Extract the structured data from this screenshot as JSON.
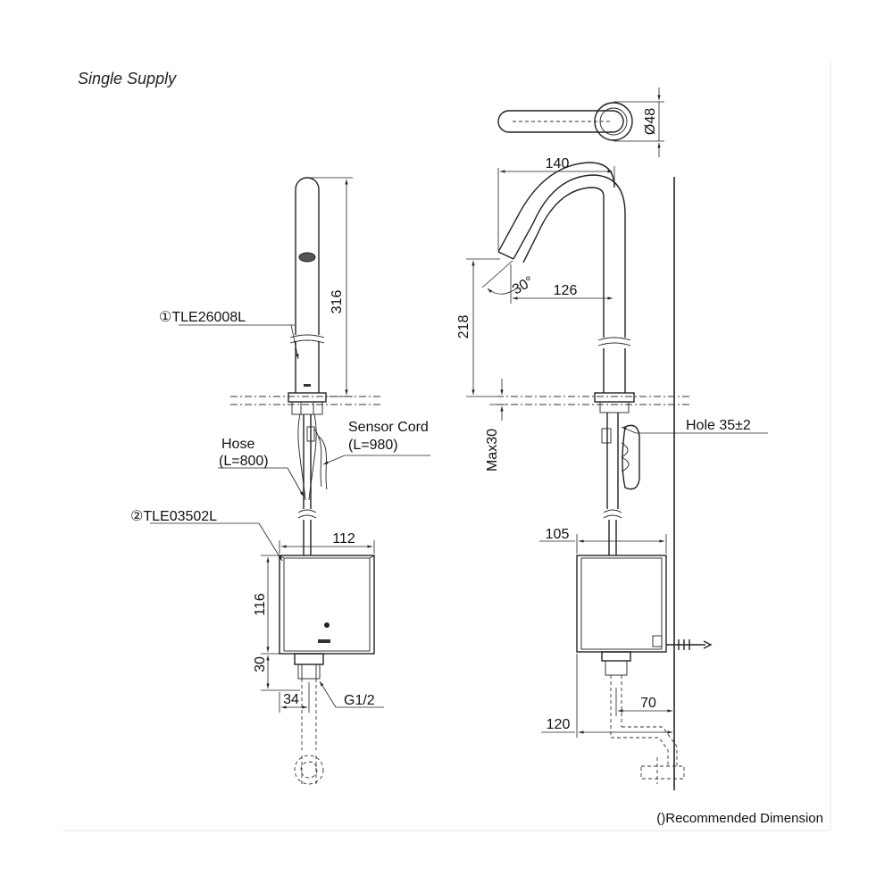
{
  "supply_title": "Single Supply",
  "parts": {
    "faucet_label": "①TLE26008L",
    "controller_label": "②TLE03502L"
  },
  "front_view": {
    "height_316": "316",
    "sensor_cord_label": "Sensor Cord",
    "sensor_cord_length": "(L=980)",
    "hose_label": "Hose",
    "hose_length": "(L=800)",
    "width_112": "112",
    "height_116": "116",
    "height_30": "30",
    "width_34": "34",
    "thread": "G1/2"
  },
  "side_view": {
    "diameter_48": "Ø48",
    "reach_140": "140",
    "reach_126": "126",
    "angle_30": "30°",
    "height_218": "218",
    "max30": "Max30",
    "hole": "Hole 35±2",
    "depth_105": "105",
    "offset_70": "70",
    "offset_120": "120"
  },
  "footnote": "()Recommended Dimension"
}
